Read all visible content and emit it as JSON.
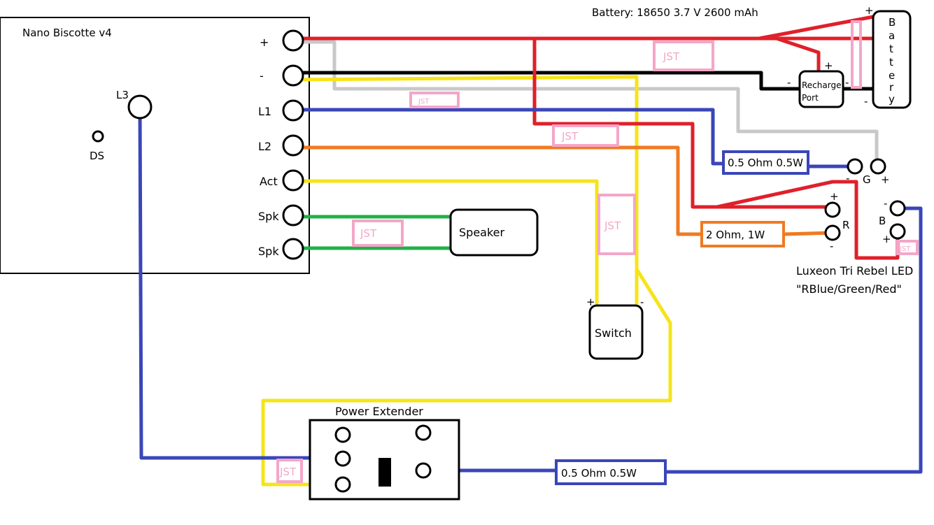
{
  "colors": {
    "red": "#e0202a",
    "black": "#000000",
    "gray": "#c8c8c8",
    "blue": "#3a46b8",
    "orange": "#f07a22",
    "yellow": "#f5e41a",
    "green": "#22b04a",
    "jst_pink": "#f4a6c8"
  },
  "board": {
    "title": "Nano Biscotte v4",
    "l3": "L3",
    "ds": "DS",
    "pins": [
      "+",
      "-",
      "L1",
      "L2",
      "Act",
      "Spk",
      "Spk"
    ]
  },
  "battery": {
    "title": "Battery: 18650 3.7 V 2600 mAh",
    "letters": [
      "B",
      "a",
      "t",
      "t",
      "e",
      "r",
      "y"
    ],
    "plus": "+",
    "minus": "-"
  },
  "recharge": {
    "line1": "Recharge",
    "line2": "Port",
    "plus": "+",
    "minus_left": "-",
    "minus_right": "-"
  },
  "resistors": {
    "green_res": "0.5 Ohm 0.5W",
    "red_res": "2 Ohm, 1W",
    "blue_res": "0.5 Ohm 0.5W"
  },
  "led": {
    "title_line1": "Luxeon Tri Rebel LED",
    "title_line2": "\"RBlue/Green/Red\"",
    "g": "G",
    "r": "R",
    "b": "B",
    "plus": "+",
    "minus": "-"
  },
  "speaker": "Speaker",
  "switch": {
    "label": "Switch",
    "plus": "+",
    "minus": "-"
  },
  "power_extender": "Power Extender",
  "jst": "JST"
}
